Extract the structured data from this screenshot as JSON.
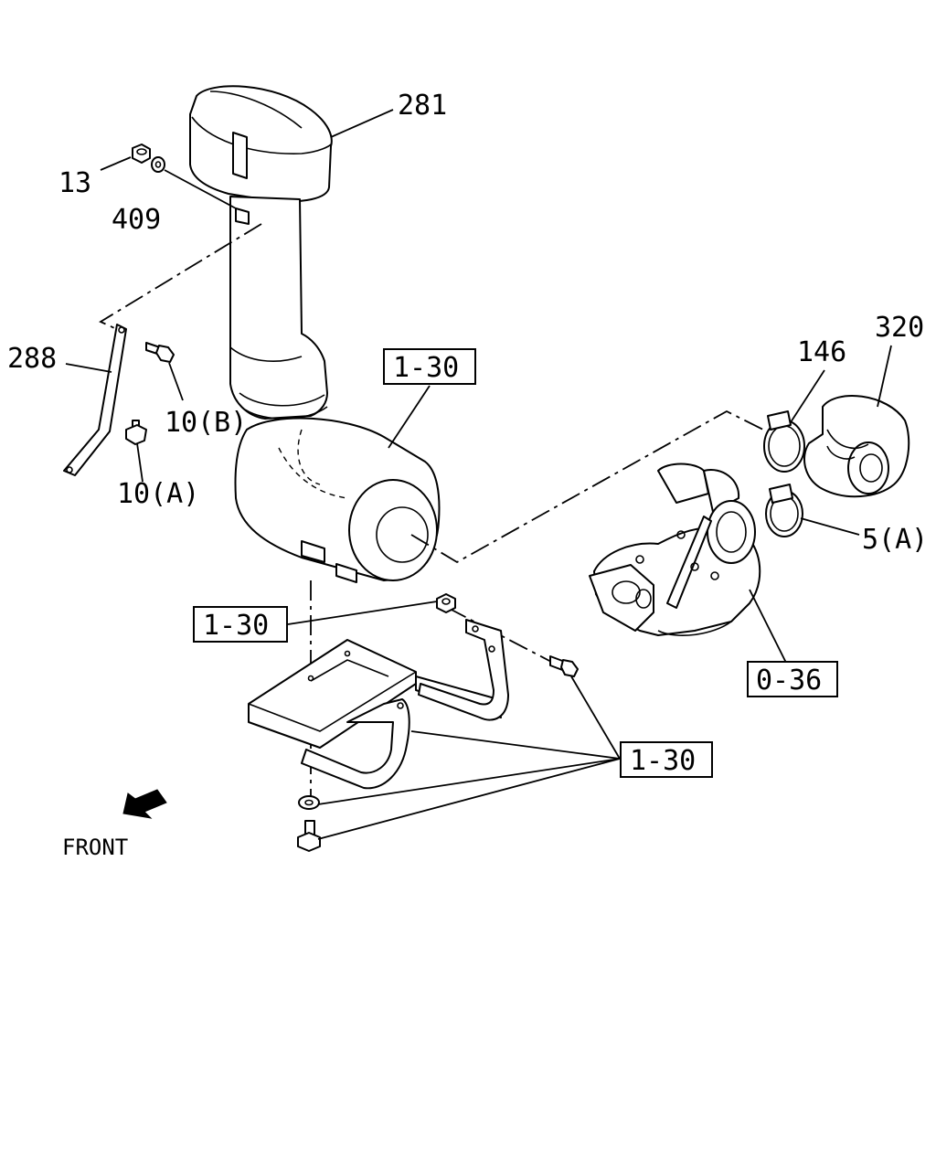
{
  "diagram": {
    "callouts": {
      "c281": "281",
      "c13": "13",
      "c409": "409",
      "c288": "288",
      "c10b": "10(B)",
      "c10a": "10(A)",
      "c146": "146",
      "c320": "320",
      "c5a": "5(A)",
      "ref_top": "1-30",
      "ref_mid": "1-30",
      "ref_bottom": "1-30",
      "ref_turbo": "0-36"
    },
    "front_label": "FRONT"
  }
}
